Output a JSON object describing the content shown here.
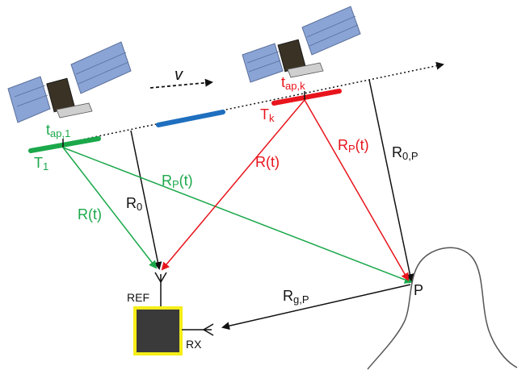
{
  "colors": {
    "green": "#1aa84a",
    "red": "#e8141c",
    "blue": "#1f6fbf",
    "black": "#111111",
    "box_fill": "#3a3a3a",
    "box_border": "#f5ee18",
    "satellite_panel": "#8aa4d6",
    "terrain": "#555555"
  },
  "icons": {
    "satellite_left": "satellite-icon",
    "satellite_right": "satellite-icon",
    "ref_antenna": "antenna-icon",
    "rx_antenna": "antenna-icon",
    "receiver": "receiver-box-icon"
  },
  "labels": {
    "velocity": "v",
    "tap1_main": "t",
    "tap1_sub": "ap,1",
    "tapk_main": "t",
    "tapk_sub": "ap,k",
    "T1_main": "T",
    "T1_sub": "1",
    "Tk_main": "T",
    "Tk_sub": "k",
    "R_t_green": "R(t)",
    "RP_t_green_main": "R",
    "RP_t_green_sub": "P",
    "RP_t_green_tail": "(t)",
    "R0_main": "R",
    "R0_sub": "0",
    "R_t_red": "R(t)",
    "RP_t_red_main": "R",
    "RP_t_red_sub": "P",
    "RP_t_red_tail": "(t)",
    "R0P_main": "R",
    "R0P_sub": "0,P",
    "RgP_main": "R",
    "RgP_sub": "g,P",
    "P": "P",
    "REF": "REF",
    "RX": "RX"
  }
}
